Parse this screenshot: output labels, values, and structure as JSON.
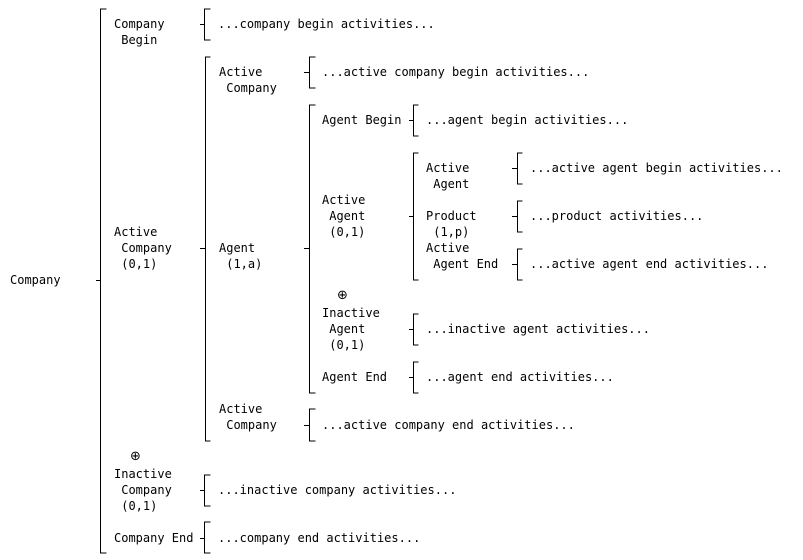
{
  "root": {
    "label": "Company"
  },
  "company": {
    "begin_label": "Company\n Begin",
    "begin_activities": "...company begin activities...",
    "active_label": "Active\n Company\n (0,1)",
    "xor_symbol": "⊕",
    "inactive_label": "Inactive\n Company\n (0,1)",
    "inactive_activities": "...inactive company activities...",
    "end_label": "Company End",
    "end_activities": "...company end activities..."
  },
  "active_company": {
    "begin_label": "Active\n Company",
    "begin_activities": "...active company begin activities...",
    "agent_label": "Agent\n (1,a)",
    "end_label": "Active\n Company",
    "end_activities": "...active company end activities..."
  },
  "agent": {
    "begin_label": "Agent Begin",
    "begin_activities": "...agent begin activities...",
    "active_label": "Active\n Agent\n (0,1)",
    "xor_symbol": "⊕",
    "inactive_label": "Inactive\n Agent\n (0,1)",
    "inactive_activities": "...inactive agent activities...",
    "end_label": "Agent End",
    "end_activities": "...agent end activities..."
  },
  "active_agent": {
    "begin_label": "Active\n Agent",
    "begin_activities": "...active agent begin activities...",
    "product_label": "Product\n (1,p)",
    "product_activities": "...product activities...",
    "end_label": "Active\n Agent End",
    "end_activities": "...active agent end activities..."
  }
}
